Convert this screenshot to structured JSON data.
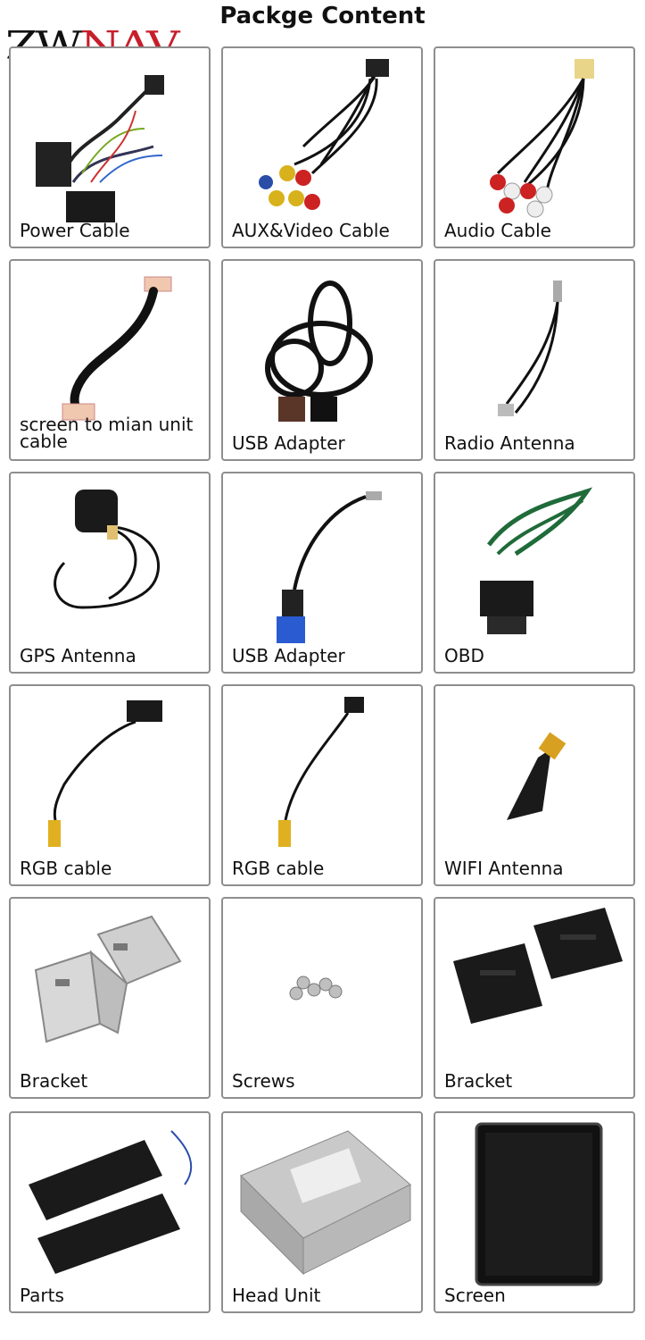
{
  "brand": {
    "part1": "ZW",
    "part2": "NAV"
  },
  "title": "Packge Content",
  "items": [
    {
      "label": "Power Cable"
    },
    {
      "label": "AUX&Video Cable"
    },
    {
      "label": "Audio Cable"
    },
    {
      "label": "screen to mian unit cable"
    },
    {
      "label": "USB Adapter"
    },
    {
      "label": "Radio Antenna"
    },
    {
      "label": "GPS Antenna"
    },
    {
      "label": "USB Adapter"
    },
    {
      "label": "OBD"
    },
    {
      "label": "RGB cable"
    },
    {
      "label": "RGB cable"
    },
    {
      "label": "WIFI Antenna"
    },
    {
      "label": "Bracket"
    },
    {
      "label": "Screws"
    },
    {
      "label": "Bracket"
    },
    {
      "label": "Parts"
    },
    {
      "label": "Head Unit"
    },
    {
      "label": "Screen"
    }
  ]
}
